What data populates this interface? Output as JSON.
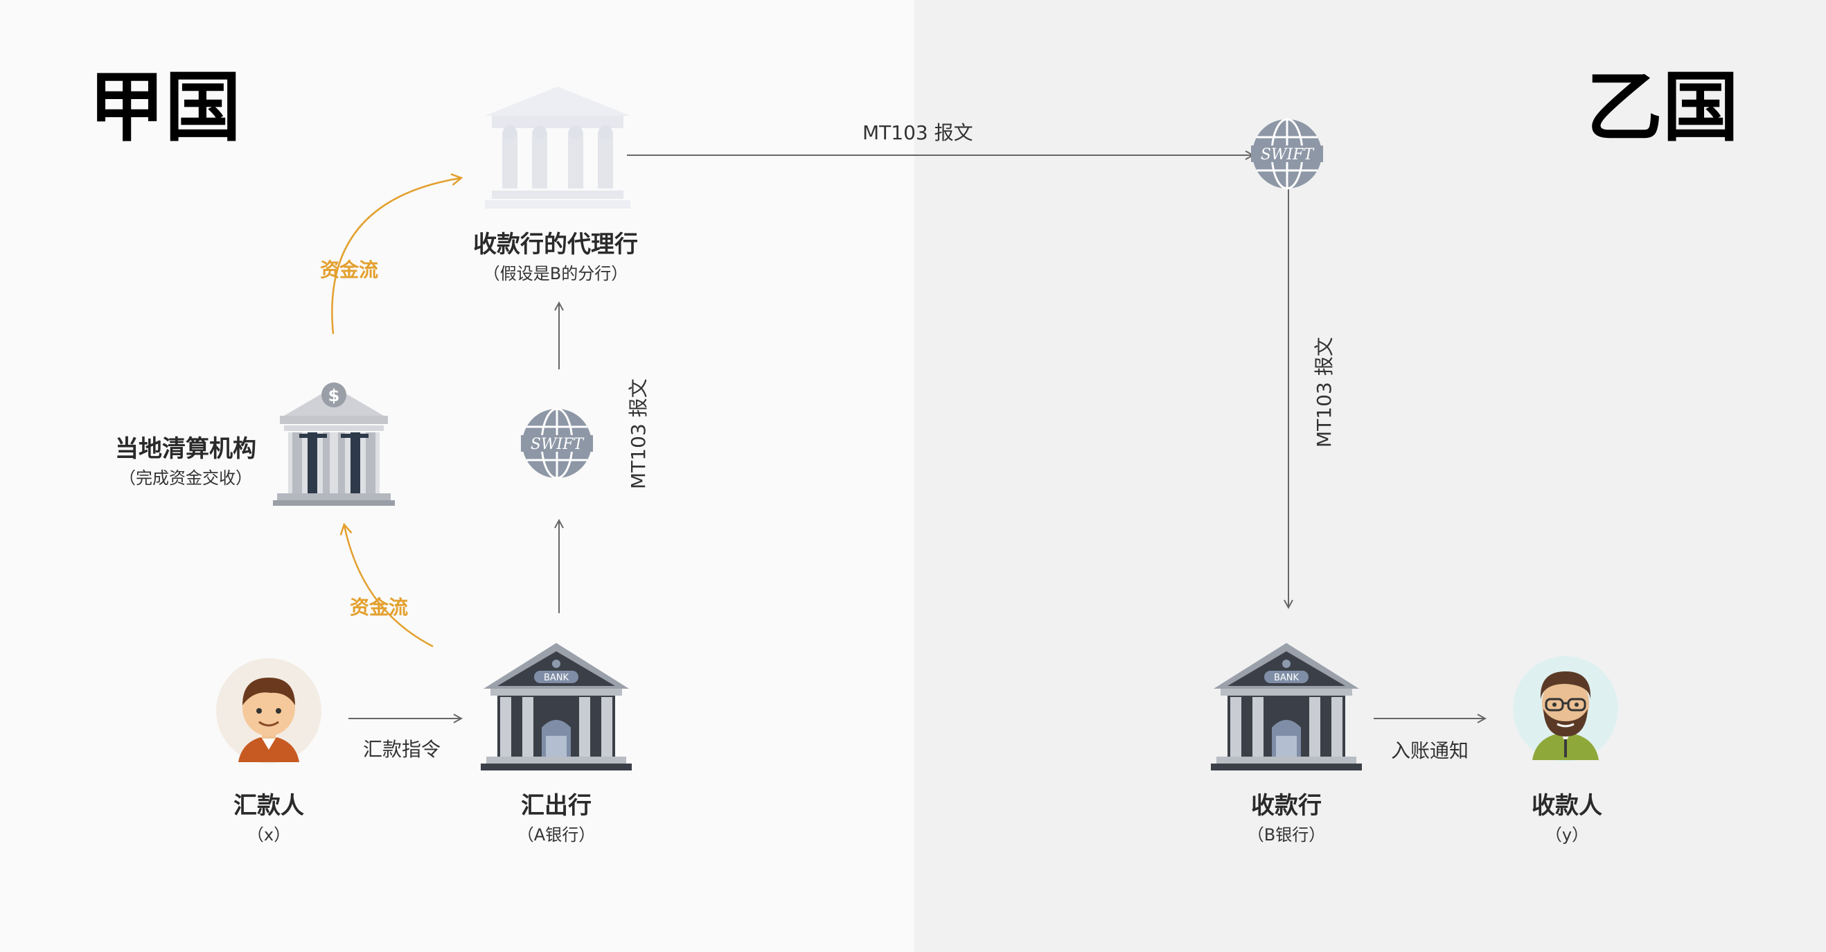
{
  "countries": {
    "left": "甲国",
    "right": "乙国"
  },
  "nodes": {
    "correspondent": {
      "title": "收款行的代理行",
      "subtitle": "（假设是B的分行）"
    },
    "clearing": {
      "title": "当地清算机构",
      "subtitle": "（完成资金交收）"
    },
    "remitter": {
      "title": "汇款人",
      "subtitle": "（x）"
    },
    "remit_bank": {
      "title": "汇出行",
      "subtitle": "（A银行）"
    },
    "receive_bank": {
      "title": "收款行",
      "subtitle": "（B银行）"
    },
    "payee": {
      "title": "收款人",
      "subtitle": "（y）"
    }
  },
  "labels": {
    "mt103_top": "MT103 报文",
    "mt103_left": "MT103 报文",
    "mt103_right": "MT103 报文",
    "fund_flow_top": "资金流",
    "fund_flow_bottom": "资金流",
    "remit_instruction": "汇款指令",
    "credit_notice": "入账通知"
  },
  "icons": {
    "swift_text": "SWIFT",
    "bank_sign": "BANK",
    "dollar": "$"
  },
  "colors": {
    "fund_flow": "#e3a02e",
    "arrow": "#666666"
  }
}
